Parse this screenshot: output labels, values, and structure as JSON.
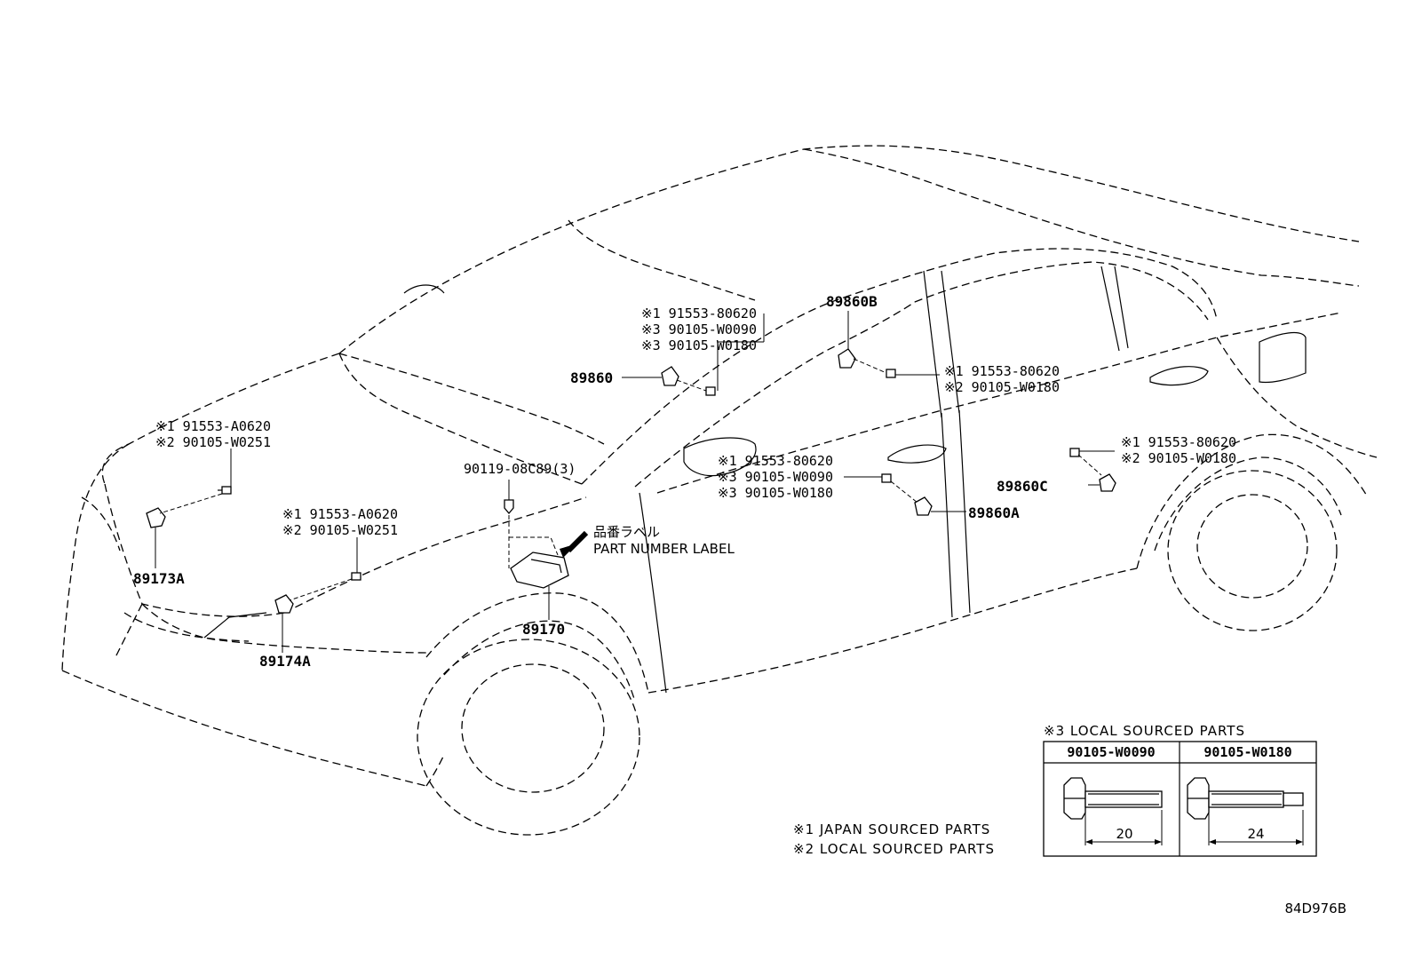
{
  "callouts": {
    "front_left_bolt": {
      "line1": "※1 91553-A0620",
      "line2": "※2 90105-W0251"
    },
    "front_right_bolt": {
      "line1": "※1 91553-A0620",
      "line2": "※2 90105-W0251"
    },
    "a_pillar_bolt": {
      "line1": "※1 91553-80620",
      "line2": "※3 90105-W0090",
      "line3": "※3 90105-W0180"
    },
    "b_pillar_bolt": {
      "line1": "※1 91553-80620",
      "line2": "※2 90105-W0180"
    },
    "front_door_bolt": {
      "line1": "※1 91553-80620",
      "line2": "※3 90105-W0090",
      "line3": "※3 90105-W0180"
    },
    "rear_door_bolt": {
      "line1": "※1 91553-80620",
      "line2": "※2 90105-W0180"
    },
    "ecu_screw": "90119-08C89(3)"
  },
  "parts": {
    "sensor_front_left": "89173A",
    "sensor_front_right": "89174A",
    "sensor_a_pillar": "89860",
    "sensor_b_pillar": "89860B",
    "sensor_front_door": "89860A",
    "sensor_rear_door": "89860C",
    "airbag_ecu": "89170"
  },
  "label": {
    "japanese": "品番ラベル",
    "english": "PART NUMBER LABEL"
  },
  "legend": {
    "japan_sourced": "※1 JAPAN SOURCED PARTS",
    "local_sourced": "※2 LOCAL SOURCED PARTS"
  },
  "local_table": {
    "title": "※3 LOCAL SOURCED PARTS",
    "columns": [
      {
        "part": "90105-W0090",
        "length": "20"
      },
      {
        "part": "90105-W0180",
        "length": "24"
      }
    ]
  },
  "diagram_id": "84D976B"
}
